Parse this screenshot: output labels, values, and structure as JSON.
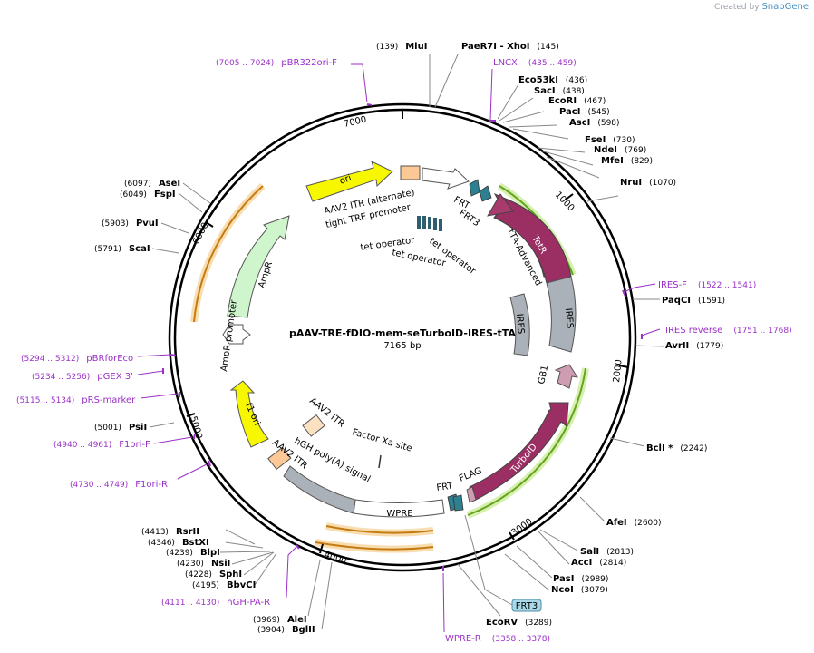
{
  "credit": {
    "prefix": "Created by",
    "brand": "SnapGene"
  },
  "plasmid": {
    "name": "pAAV-TRE-fDIO-mem-seTurboID-IRES-tTA",
    "length_text": "7165 bp",
    "length": 7165
  },
  "colors": {
    "primer": "#9b30c8",
    "backbone": "#000000",
    "site": "#000000"
  },
  "tick_labels": [
    "1000",
    "2000",
    "3000",
    "4000",
    "5000",
    "6000",
    "7000"
  ],
  "sites": [
    {
      "pos_text": "(139)",
      "name": "MluI"
    },
    {
      "pos_text": "(145)",
      "name": "PaeR7I - XhoI"
    },
    {
      "pos_text": "(436)",
      "name": "Eco53kI"
    },
    {
      "pos_text": "(438)",
      "name": "SacI"
    },
    {
      "pos_text": "(467)",
      "name": "EcoRI"
    },
    {
      "pos_text": "(545)",
      "name": "PacI"
    },
    {
      "pos_text": "(598)",
      "name": "AscI"
    },
    {
      "pos_text": "(730)",
      "name": "FseI"
    },
    {
      "pos_text": "(769)",
      "name": "NdeI"
    },
    {
      "pos_text": "(829)",
      "name": "MfeI"
    },
    {
      "pos_text": "(1070)",
      "name": "NruI"
    },
    {
      "pos_text": "(1591)",
      "name": "PaqCI"
    },
    {
      "pos_text": "(1779)",
      "name": "AvrII"
    },
    {
      "pos_text": "(2242)",
      "name": "BclI *"
    },
    {
      "pos_text": "(2600)",
      "name": "AfeI"
    },
    {
      "pos_text": "(2813)",
      "name": "SalI"
    },
    {
      "pos_text": "(2814)",
      "name": "AccI"
    },
    {
      "pos_text": "(2989)",
      "name": "PasI"
    },
    {
      "pos_text": "(3079)",
      "name": "NcoI"
    },
    {
      "pos_text": "(3289)",
      "name": "EcoRV"
    },
    {
      "pos_text": "(3969)",
      "name": "AleI"
    },
    {
      "pos_text": "(3904)",
      "name": "BglII"
    },
    {
      "pos_text": "(4413)",
      "name": "RsrII"
    },
    {
      "pos_text": "(4346)",
      "name": "BstXI"
    },
    {
      "pos_text": "(4239)",
      "name": "BlpI"
    },
    {
      "pos_text": "(4230)",
      "name": "NsiI"
    },
    {
      "pos_text": "(4228)",
      "name": "SphI"
    },
    {
      "pos_text": "(4195)",
      "name": "BbvCI"
    },
    {
      "pos_text": "(5001)",
      "name": "PsiI"
    },
    {
      "pos_text": "(5791)",
      "name": "ScaI"
    },
    {
      "pos_text": "(5903)",
      "name": "PvuI"
    },
    {
      "pos_text": "(6049)",
      "name": "FspI"
    },
    {
      "pos_text": "(6097)",
      "name": "AseI"
    }
  ],
  "primers": [
    {
      "range": "(7005 .. 7024)",
      "name": "pBR322ori-F"
    },
    {
      "range": "(435 .. 459)",
      "name": "LNCX"
    },
    {
      "range": "(1522 .. 1541)",
      "name": "IRES-F"
    },
    {
      "range": "(1751 .. 1768)",
      "name": "IRES reverse"
    },
    {
      "range": "(3358 .. 3378)",
      "name": "WPRE-R"
    },
    {
      "range": "(4111 .. 4130)",
      "name": "hGH-PA-R"
    },
    {
      "range": "(4730 .. 4749)",
      "name": "F1ori-R"
    },
    {
      "range": "(4940 .. 4961)",
      "name": "F1ori-F"
    },
    {
      "range": "(5115 .. 5134)",
      "name": "pRS-marker"
    },
    {
      "range": "(5234 .. 5256)",
      "name": "pGEX 3'"
    },
    {
      "range": "(5294 .. 5312)",
      "name": "pBRforEco"
    }
  ],
  "features": {
    "ori": "ori",
    "itr_alt": "AAV2 ITR (alternate)",
    "tre": "tight TRE promoter",
    "frt_top": "FRT",
    "frt3_top": "FRT3",
    "tet_op_1": "tet operator",
    "tet_op_2": "tet operator",
    "tet_op_3": "tet operator",
    "tta": "tTA-Advanced",
    "tetr": "TetR",
    "ires_outer": "IRES",
    "ires_inner": "IRES",
    "gb1": "GB1",
    "turboid": "TurboID",
    "flag": "FLAG",
    "frt_bottom": "FRT",
    "frt3_box": "FRT3",
    "wpre": "WPRE",
    "hgh": "hGH poly(A) signal",
    "factor_xa": "Factor Xa site",
    "itr_1": "AAV2 ITR",
    "itr_2": "AAV2 ITR",
    "f1ori": "f1 ori",
    "ampr": "AmpR",
    "ampr_promoter": "AmpR promoter"
  }
}
